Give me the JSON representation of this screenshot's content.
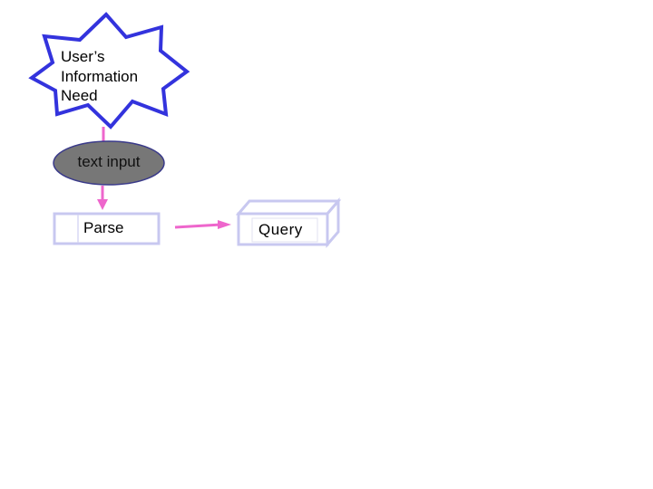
{
  "diagram": {
    "nodes": {
      "need": {
        "lines": [
          "User’s",
          "Information",
          "Need"
        ]
      },
      "text_input": {
        "label": "text input"
      },
      "parse": {
        "label": "Parse"
      },
      "query": {
        "label": "Query"
      }
    },
    "colors": {
      "star_stroke": "#3333dd",
      "arrow": "#ee66cc",
      "ellipse_fill": "#777777",
      "box_stroke": "#c8c8f0"
    }
  }
}
